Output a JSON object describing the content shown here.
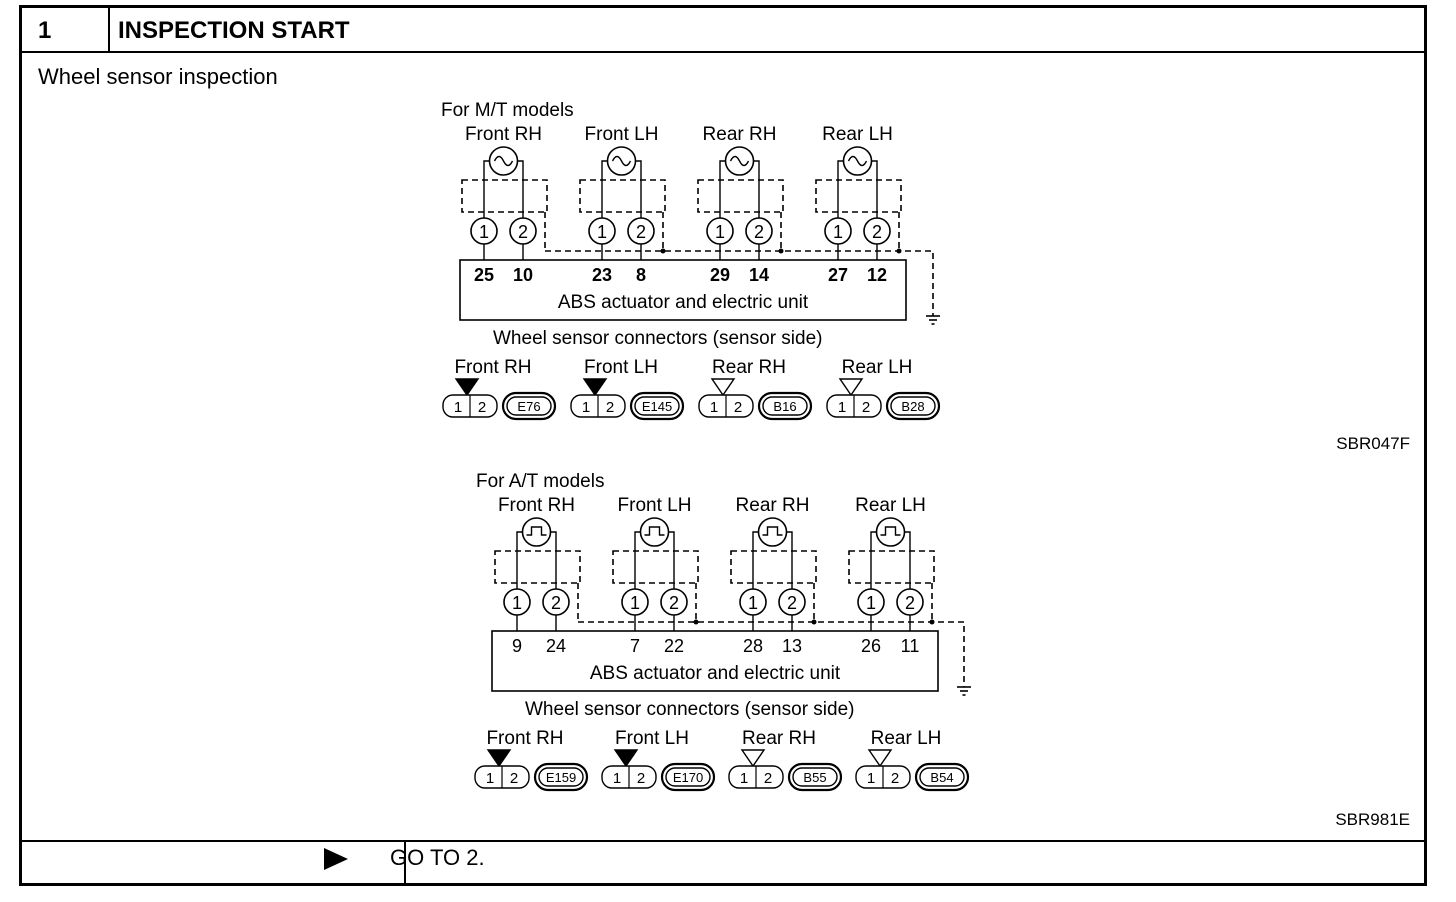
{
  "step": {
    "number": "1",
    "title": "INSPECTION START"
  },
  "subtitle": "Wheel sensor inspection",
  "diagrams": [
    {
      "model_label": "For M/T models",
      "sensor_icon": "sine-wave-icon",
      "sensors": [
        {
          "label": "Front RH",
          "pins": [
            "25",
            "10"
          ]
        },
        {
          "label": "Front LH",
          "pins": [
            "23",
            "8"
          ]
        },
        {
          "label": "Rear RH",
          "pins": [
            "29",
            "14"
          ]
        },
        {
          "label": "Rear LH",
          "pins": [
            "27",
            "12"
          ]
        }
      ],
      "unit_label": "ABS actuator and electric unit",
      "connectors_title": "Wheel sensor connectors (sensor side)",
      "connectors": [
        {
          "label": "Front RH",
          "code": "E76",
          "filled": true
        },
        {
          "label": "Front LH",
          "code": "E145",
          "filled": true
        },
        {
          "label": "Rear RH",
          "code": "B16",
          "filled": false
        },
        {
          "label": "Rear LH",
          "code": "B28",
          "filled": false
        }
      ],
      "figure_code": "SBR047F"
    },
    {
      "model_label": "For A/T models",
      "sensor_icon": "square-wave-icon",
      "sensors": [
        {
          "label": "Front RH",
          "pins": [
            "9",
            "24"
          ]
        },
        {
          "label": "Front LH",
          "pins": [
            "7",
            "22"
          ]
        },
        {
          "label": "Rear RH",
          "pins": [
            "28",
            "13"
          ]
        },
        {
          "label": "Rear LH",
          "pins": [
            "26",
            "11"
          ]
        }
      ],
      "unit_label": "ABS actuator and electric unit",
      "connectors_title": "Wheel sensor connectors (sensor side)",
      "connectors": [
        {
          "label": "Front RH",
          "code": "E159",
          "filled": true
        },
        {
          "label": "Front LH",
          "code": "E170",
          "filled": true
        },
        {
          "label": "Rear RH",
          "code": "B55",
          "filled": false
        },
        {
          "label": "Rear LH",
          "code": "B54",
          "filled": false
        }
      ],
      "figure_code": "SBR981E"
    }
  ],
  "pin_labels": [
    "1",
    "2"
  ],
  "footer": {
    "arrow_icon": "right-triangle-arrow-icon",
    "goto_text": "GO TO 2."
  }
}
